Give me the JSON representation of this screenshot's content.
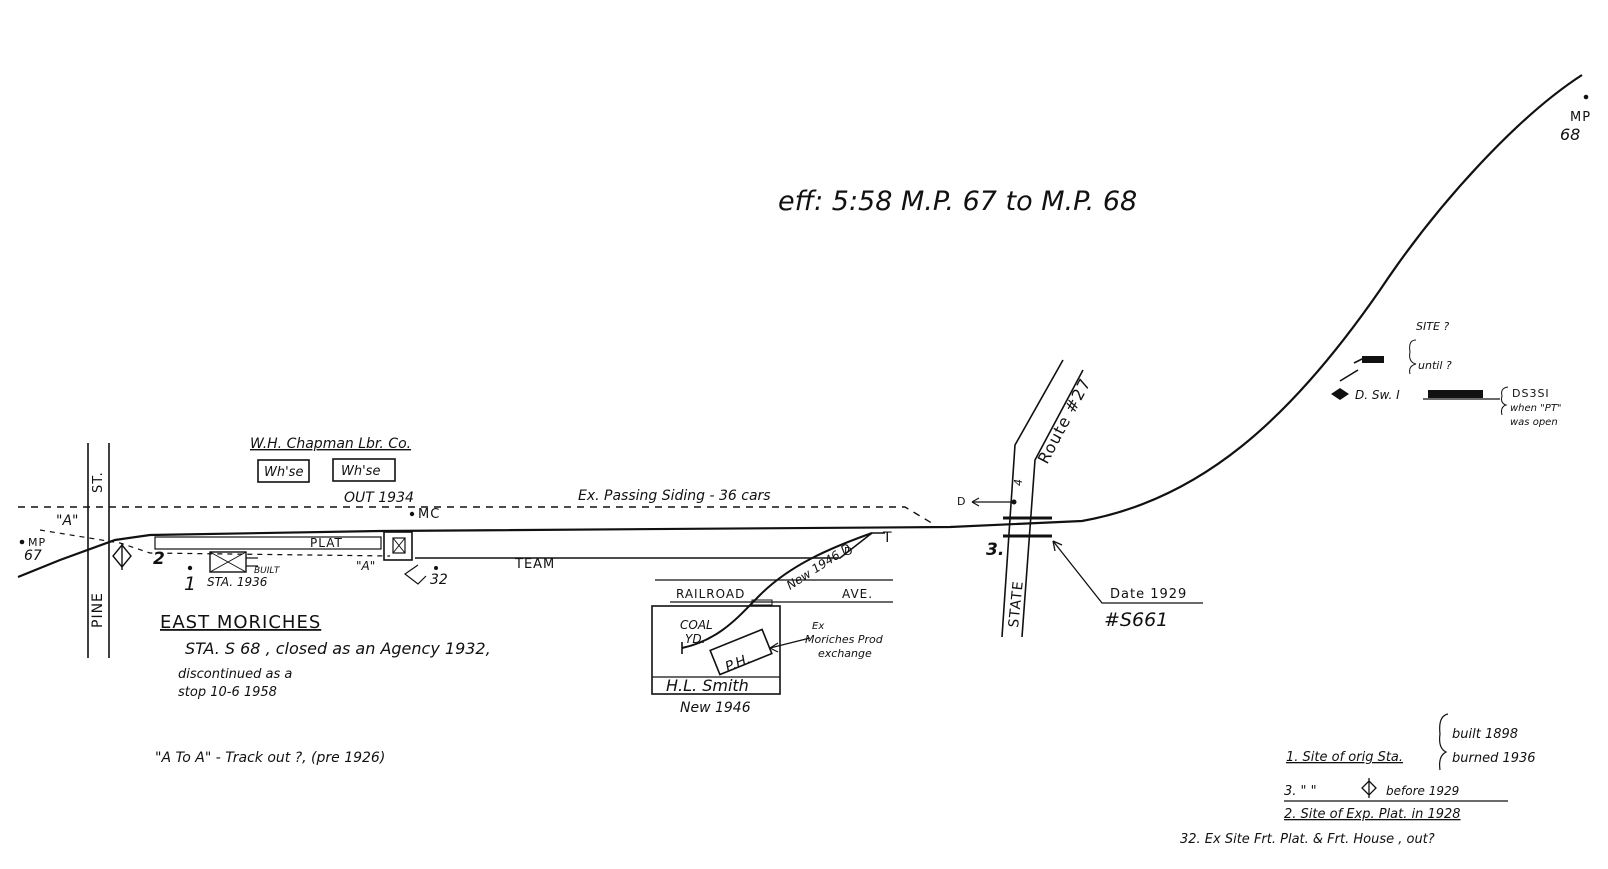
{
  "title": "eff: 5:58 M.P. 67 to M.P. 68",
  "mileposts": {
    "mp67_prefix": "MP",
    "mp67_number": "67",
    "mp68_prefix": "MP",
    "mp68_number": "68"
  },
  "streets": {
    "pine": "PINE",
    "st": "ST.",
    "route27": "Route #27",
    "state": "STATE",
    "railroad_ave_1": "RAILROAD",
    "railroad_ave_2": "AVE."
  },
  "track_labels": {
    "a_left": "\"A\"",
    "a_right": "\"A\"",
    "out_1934": "OUT 1934",
    "passing_siding": "Ex. Passing Siding - 36 cars",
    "plat": "PLAT",
    "team": "TEAM",
    "mc": "MC",
    "t": "T",
    "d_switch": "D",
    "new_1946_d": "New 1946 D",
    "d_arrow": "D",
    "d_sw": "D. Sw. I",
    "ds3si": "DS3SI",
    "when_pt": "when \"PT\"",
    "was_open": "was open",
    "site_q": "SITE ?",
    "until_q": "until ?"
  },
  "numbers": {
    "n2": "2",
    "n1": "1",
    "n32": "32",
    "n3": "3.",
    "n4": "4"
  },
  "buildings": {
    "chapman": "W.H. Chapman Lbr. Co.",
    "whse1": "Wh'se",
    "whse2": "Wh'se",
    "sta_1936": "STA. 1936",
    "built": "BUILT",
    "coal_yd_1": "COAL",
    "coal_yd_2": "YD.",
    "ph": "P.H.",
    "ex_label": "Ex",
    "moriches_prod": "Moriches Prod",
    "exchange": "exchange",
    "hl_smith": "H.L. Smith",
    "new_1946": "New 1946"
  },
  "station_notes": {
    "name": "EAST MORICHES",
    "line1": "STA. S 68 , closed as an Agency 1932,",
    "line2": "discontinued as a",
    "line3": "stop 10-6 1958",
    "a_to_a": "\"A To A\" - Track out ?, (pre 1926)"
  },
  "date_note": {
    "date": "Date 1929",
    "number": "#S661"
  },
  "legend": {
    "built": "built 1898",
    "burned": "burned 1936",
    "l1": "1. Site of orig Sta.",
    "l3_pre": "3. \"  \"",
    "l3_post": "before 1929",
    "l2": "2. Site of Exp. Plat. in 1928",
    "l32": "32. Ex Site   Frt. Plat. & Frt. House , out?"
  },
  "colors": {
    "ink": "#111111",
    "paper": "#ffffff"
  }
}
